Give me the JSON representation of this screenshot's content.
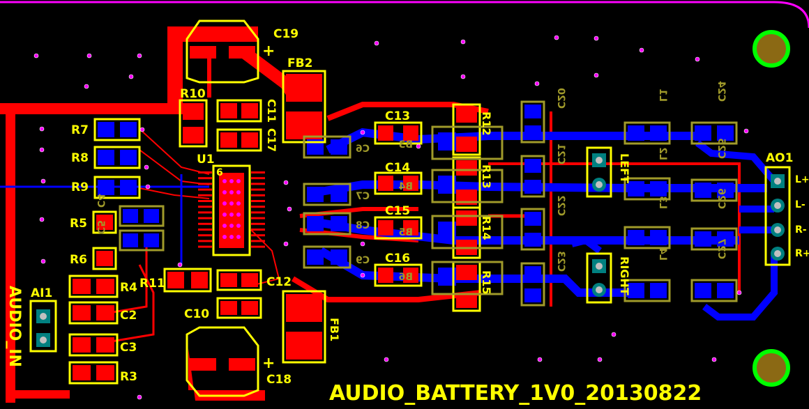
{
  "board": {
    "title": "AUDIO_BATTERY_1V0_20130822",
    "colors": {
      "background": "#000000",
      "top_copper": "#ff0000",
      "bottom_copper": "#0000ff",
      "silkscreen_top": "#ffff00",
      "silkscreen_bottom": "#a09a2a",
      "board_outline": "#ff00ff",
      "mounting_hole_ring": "#00ff00",
      "mounting_hole_fill": "#8b6914",
      "via": "#ff00ff"
    }
  },
  "connectors": {
    "input": {
      "ref": "AI1",
      "name": "AUDIO_IN"
    },
    "output": {
      "ref": "AO1",
      "pins": [
        "L+",
        "L-",
        "R-",
        "R+"
      ]
    },
    "left_header": {
      "label": "LEFT"
    },
    "right_header": {
      "label": "RIGHT"
    }
  },
  "labels": {
    "u1": "U1",
    "u1_pin1": "6",
    "c19": "C19",
    "c19_plus": "+",
    "c18": "C18",
    "c18_plus": "+",
    "fb1": "FB1",
    "fb2": "FB2",
    "r10": "R10",
    "c11": "C11",
    "c17": "C17",
    "r7": "R7",
    "r8": "R8",
    "r9": "R9",
    "r5": "R5",
    "r6": "R6",
    "r4": "R4",
    "c2": "C2",
    "c3": "C3",
    "r3": "R3",
    "r11": "R11",
    "c12": "C12",
    "c10": "C10",
    "c13": "C13",
    "c14": "C14",
    "c15": "C15",
    "c16": "C16",
    "r12": "R12",
    "r13": "R13",
    "r14": "R14",
    "r15": "R15",
    "c20": "C20",
    "c21": "C21",
    "c22": "C22",
    "c23": "C23",
    "l1": "L1",
    "l2": "L2",
    "l3": "L3",
    "l4": "L4",
    "c24": "C24",
    "c25": "C25",
    "c26": "C26",
    "c27": "C27",
    "c4": "C4",
    "c5": "C5",
    "c6": "C6",
    "c7": "C7",
    "c8": "C8",
    "c9": "C9",
    "b3": "B3",
    "b4": "B4",
    "b5": "B5",
    "b6": "B6"
  }
}
